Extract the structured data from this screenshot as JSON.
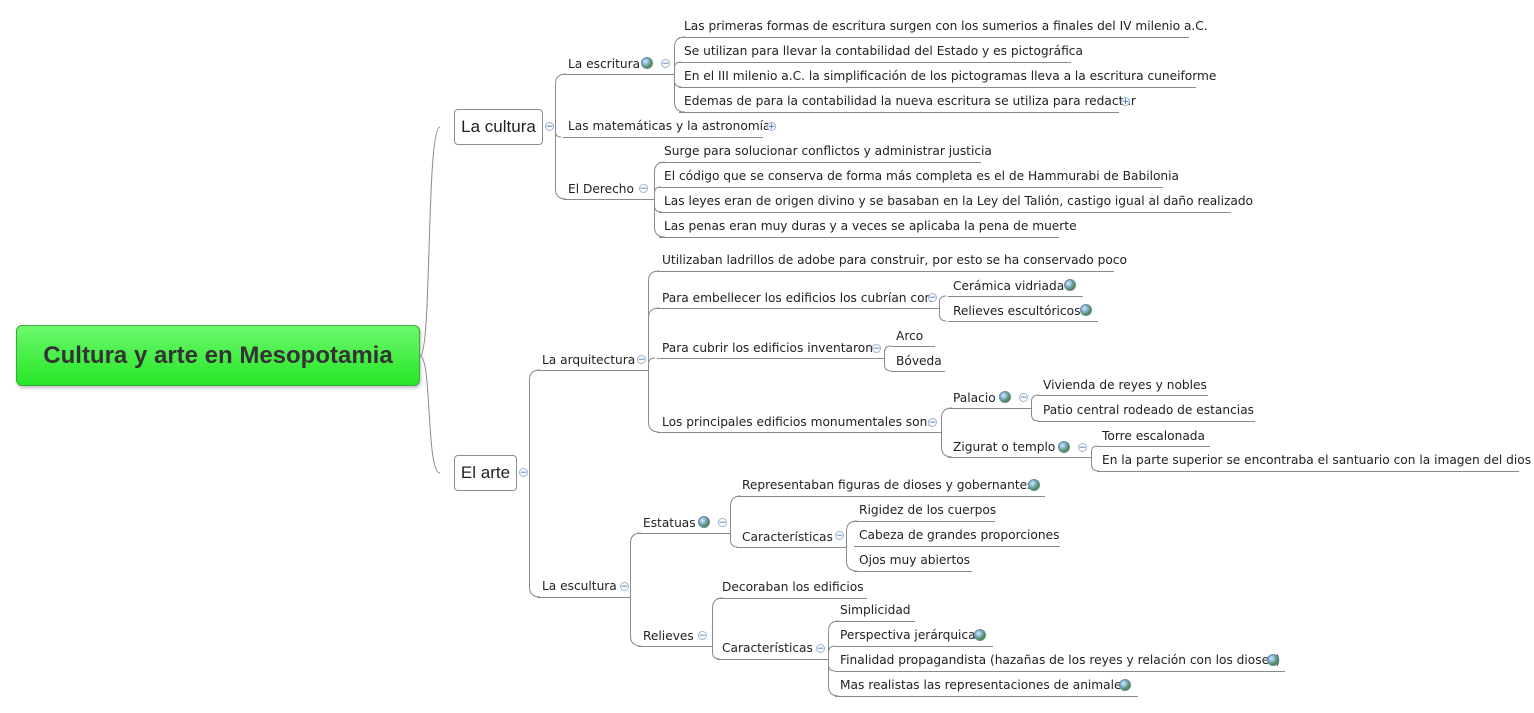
{
  "root": {
    "label": "Cultura y arte en Mesopotamia"
  },
  "cultura": {
    "label": "La cultura",
    "escritura": {
      "label": "La escritura",
      "items": [
        "Las primeras formas de escritura surgen con los sumerios a finales del IV milenio a.C.",
        "Se utilizan para llevar la contabilidad del Estado y es pictográfica",
        "En el III milenio a.C. la simplificación de los pictogramas lleva a la escritura cuneiforme",
        "Edemas de para la contabilidad la nueva escritura se utiliza para redactar"
      ]
    },
    "matematicas": {
      "label": "Las matemáticas y la astronomía"
    },
    "derecho": {
      "label": "El Derecho",
      "items": [
        "Surge para solucionar conflictos y administrar justicia",
        "El código que se conserva de forma más completa es el de Hammurabi de Babilonia",
        "Las leyes eran de origen divino y se basaban en la Ley del Talión, castigo igual al daño realizado",
        "Las penas eran muy duras y a veces se aplicaba la pena de muerte"
      ]
    }
  },
  "arte": {
    "label": "El arte",
    "arquitectura": {
      "label": "La arquitectura",
      "ladrillos": "Utilizaban ladrillos de adobe para construir, por esto se ha conservado poco",
      "embellecer": {
        "label": "Para embellecer los edificios los cubrían con",
        "items": [
          "Cerámica vidriada",
          "Relieves escultóricos"
        ]
      },
      "cubrir": {
        "label": "Para cubrir los edificios inventaron",
        "items": [
          "Arco",
          "Bóveda"
        ]
      },
      "monumentales": {
        "label": "Los principales edificios monumentales son:",
        "palacio": {
          "label": "Palacio",
          "items": [
            "Vivienda de reyes y nobles",
            "Patio central rodeado de estancias"
          ]
        },
        "zigurat": {
          "label": "Zigurat o templo",
          "items": [
            "Torre escalonada",
            "En la parte superior se encontraba el santuario con la imagen del dios"
          ]
        }
      }
    },
    "escultura": {
      "label": "La escultura",
      "estatuas": {
        "label": "Estatuas",
        "representaban": "Representaban figuras de dioses y gobernantes",
        "caracteristicas": {
          "label": "Características",
          "items": [
            "Rigidez de los cuerpos",
            "Cabeza de grandes proporciones",
            "Ojos muy abiertos"
          ]
        }
      },
      "relieves": {
        "label": "Relieves",
        "decoraban": "Decoraban los edificios",
        "caracteristicas": {
          "label": "Características",
          "items": [
            "Simplicidad",
            "Perspectiva jerárquica",
            "Finalidad propagandista (hazañas de los reyes y relación con los dioses)",
            "Mas realistas las representaciones de animales"
          ]
        }
      }
    }
  },
  "colors": {
    "root_fill": "#34ea34",
    "line": "#8a8a8a",
    "toggle": "#2a5da8"
  },
  "icons": {
    "attachment": "globe-icon",
    "collapse": "collapse-toggle-icon",
    "expand": "expand-toggle-icon"
  }
}
